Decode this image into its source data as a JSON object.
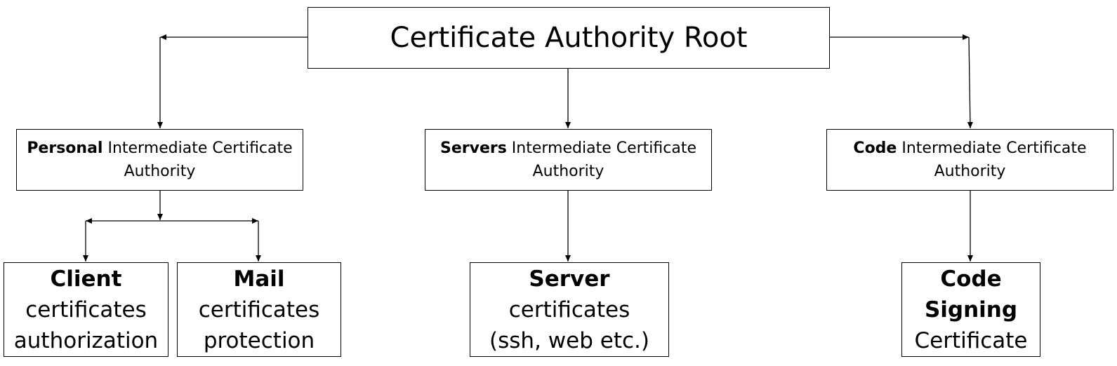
{
  "root": {
    "label": "Certificate Authority Root"
  },
  "intermediates": {
    "personal": {
      "bold": "Personal",
      "rest": " Intermediate Certificate Authority"
    },
    "servers": {
      "bold": "Servers",
      "rest": " Intermediate Certificate Authority"
    },
    "code": {
      "bold": "Code",
      "rest": " Intermediate Certificate Authority"
    }
  },
  "leaves": {
    "client": {
      "line1": "Client",
      "line2": "certificates",
      "line3": "authorization"
    },
    "mail": {
      "line1": "Mail",
      "line2": "certificates",
      "line3": "protection"
    },
    "server": {
      "line1": "Server",
      "line2": "certificates",
      "line3": "(ssh, web etc.)"
    },
    "code_signing": {
      "line1": "Code",
      "line2": "Signing",
      "line3": "Certificate"
    }
  }
}
